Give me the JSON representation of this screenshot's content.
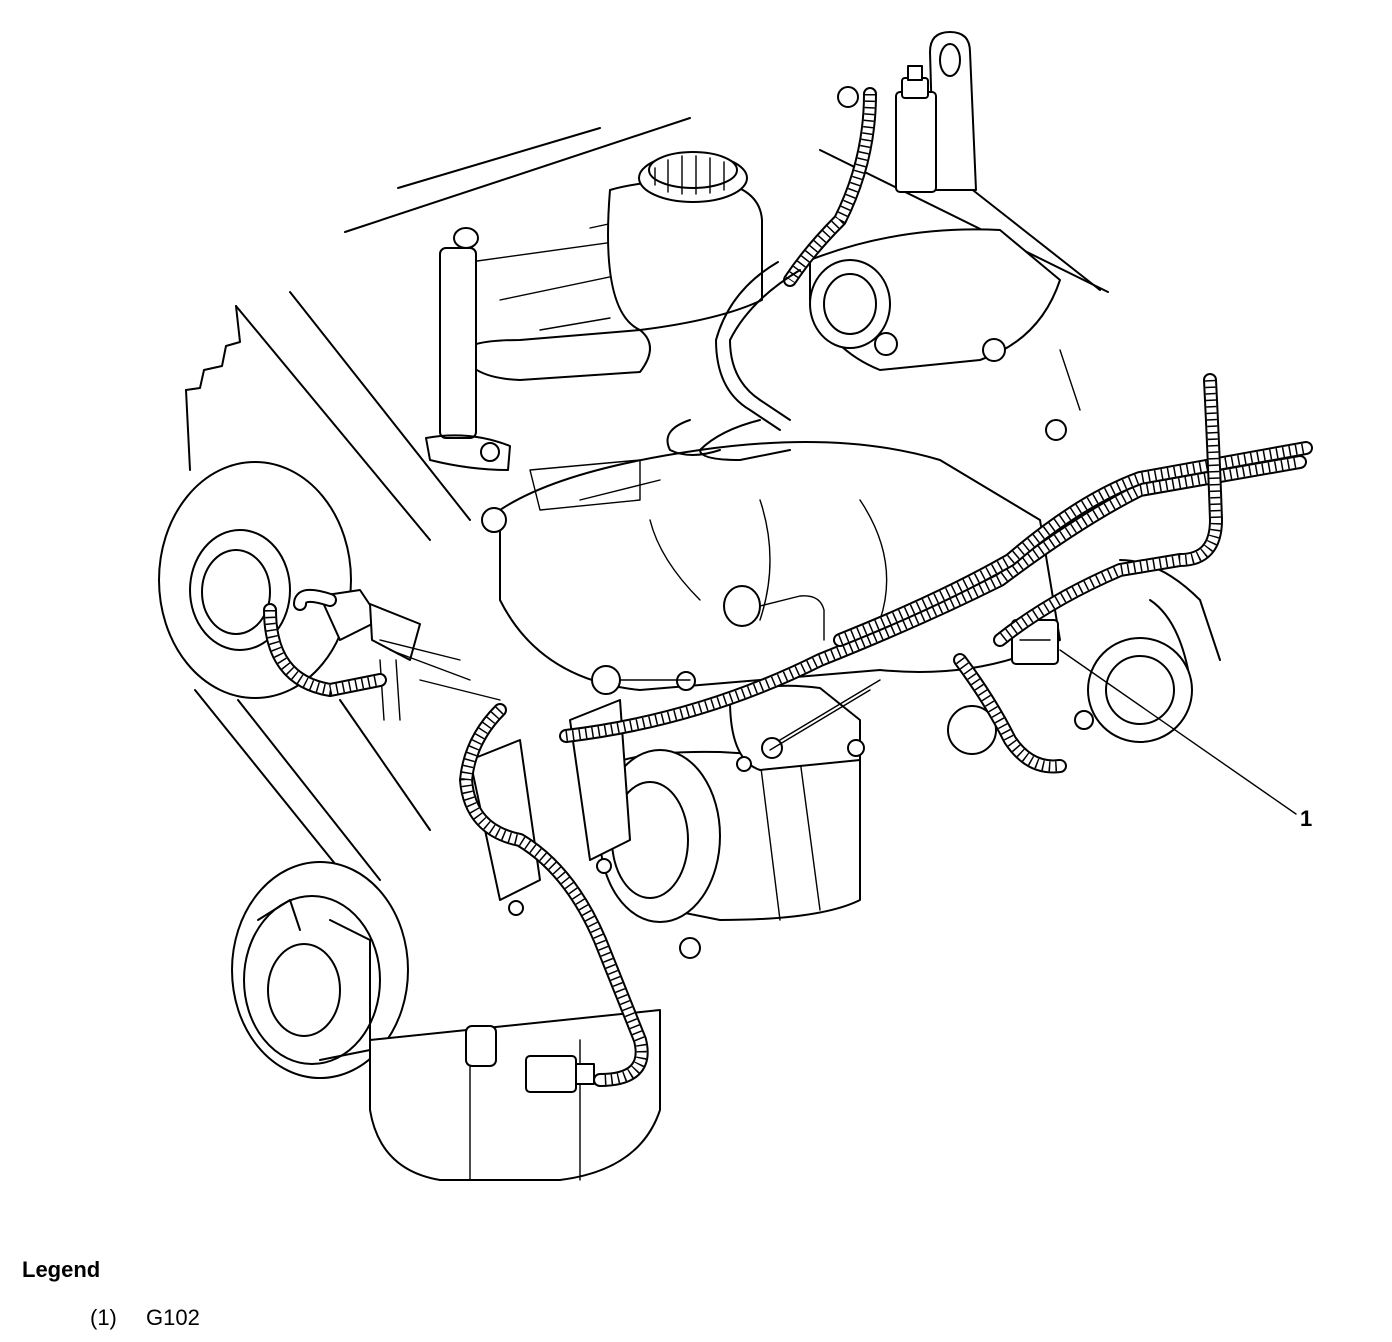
{
  "diagram": {
    "callouts": [
      {
        "number": "1"
      }
    ]
  },
  "legend": {
    "title": "Legend",
    "items": [
      {
        "number": "(1)",
        "label": "G102"
      }
    ]
  }
}
